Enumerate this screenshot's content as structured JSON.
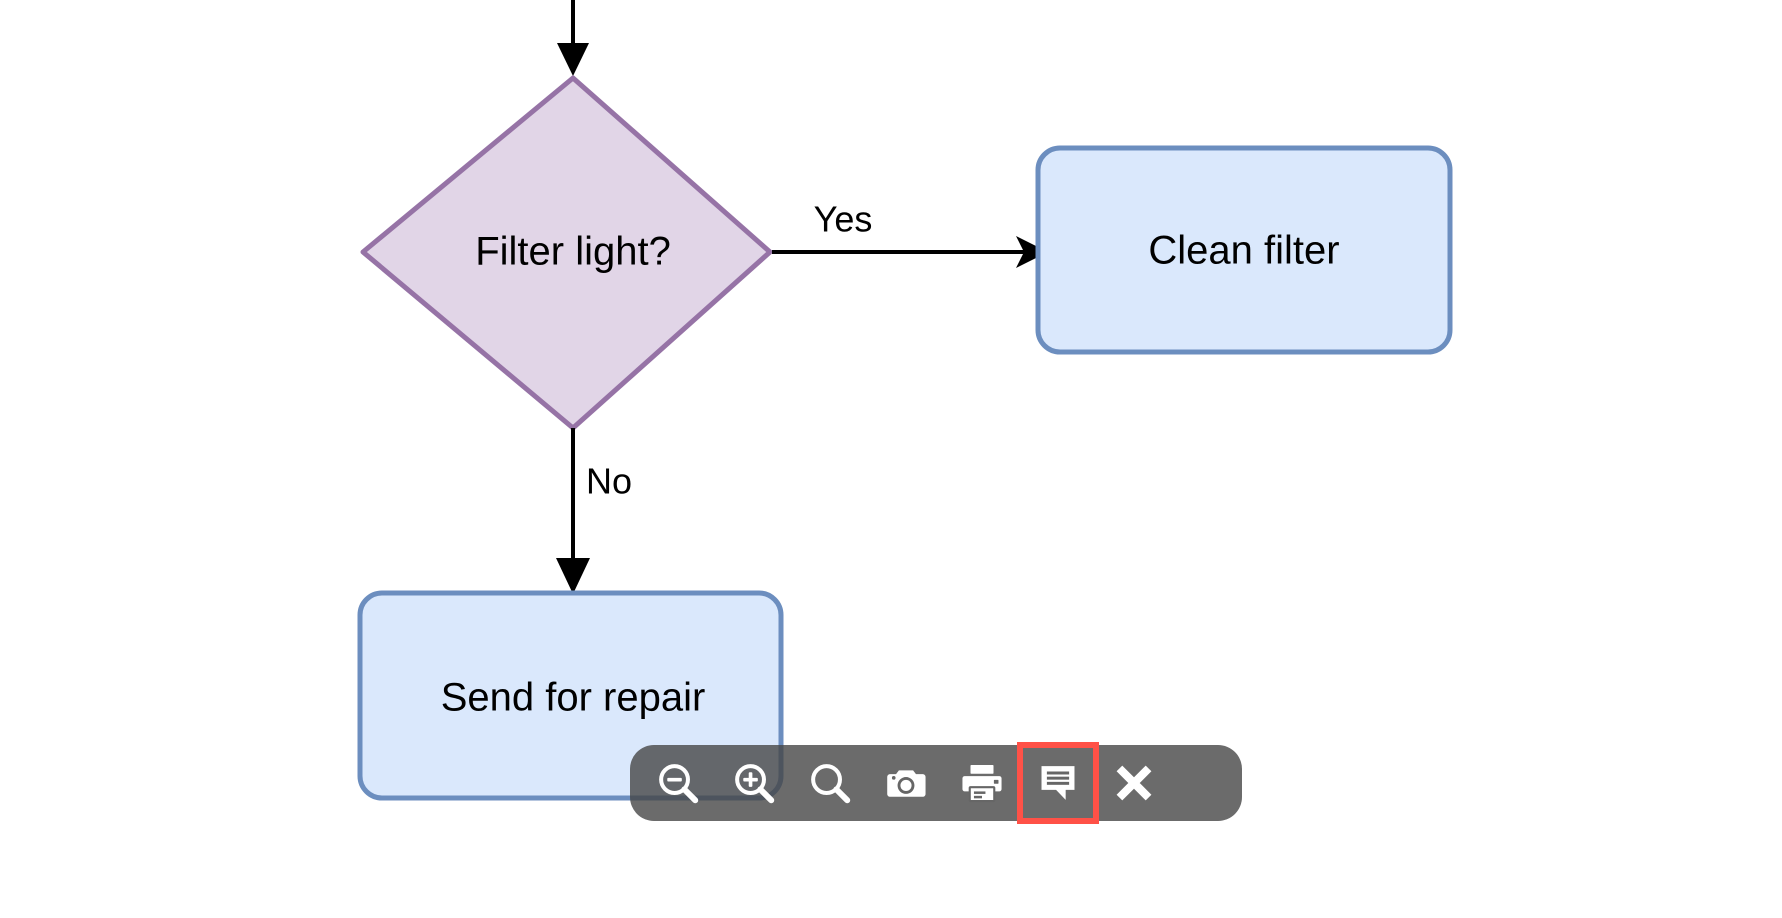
{
  "diagram": {
    "type": "flowchart",
    "background_color": "#ffffff",
    "nodes": [
      {
        "id": "decision-filter-light",
        "shape": "diamond",
        "label": "Filter light?",
        "fill": "#e1d5e7",
        "stroke": "#9673a6"
      },
      {
        "id": "process-clean-filter",
        "shape": "rounded-rectangle",
        "label": "Clean filter",
        "fill": "#dae8fc",
        "stroke": "#6c8ebf"
      },
      {
        "id": "process-send-for-repair",
        "shape": "rounded-rectangle",
        "label": "Send for repair",
        "fill": "#dae8fc",
        "stroke": "#6c8ebf"
      }
    ],
    "edges": [
      {
        "id": "edge-incoming",
        "label": "",
        "from": "top",
        "to": "decision-filter-light"
      },
      {
        "id": "edge-yes",
        "label": "Yes",
        "from": "decision-filter-light",
        "to": "process-clean-filter"
      },
      {
        "id": "edge-no",
        "label": "No",
        "from": "decision-filter-light",
        "to": "process-send-for-repair"
      }
    ],
    "edge_stroke": "#000000"
  },
  "toolbar": {
    "background_color": "#464646",
    "icon_color": "#ffffff",
    "highlight_color": "#ff5147",
    "buttons": [
      {
        "id": "zoom-out",
        "icon": "zoom-out-icon",
        "label": "Zoom Out",
        "highlighted": false
      },
      {
        "id": "zoom-in",
        "icon": "zoom-in-icon",
        "label": "Zoom In",
        "highlighted": false
      },
      {
        "id": "actual-size",
        "icon": "search-icon",
        "label": "Actual Size",
        "highlighted": false
      },
      {
        "id": "snapshot",
        "icon": "camera-icon",
        "label": "Snapshot",
        "highlighted": false
      },
      {
        "id": "print",
        "icon": "printer-icon",
        "label": "Print",
        "highlighted": false
      },
      {
        "id": "comment",
        "icon": "comment-icon",
        "label": "Comment",
        "highlighted": true
      },
      {
        "id": "close",
        "icon": "close-icon",
        "label": "Close",
        "highlighted": false
      }
    ]
  }
}
